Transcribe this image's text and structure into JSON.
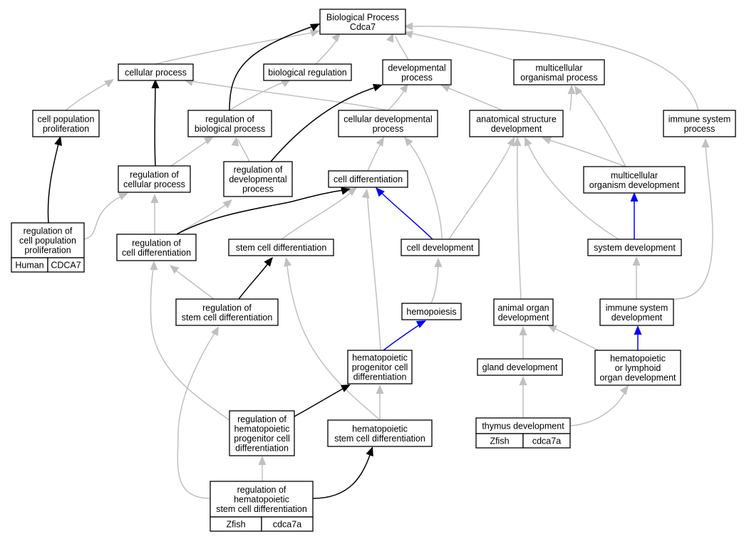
{
  "colors": {
    "human": "#f4604a",
    "zfish": "#6495ed",
    "gray_edge": "#c0c0c0",
    "black_edge": "#000000",
    "blue_edge": "#0000ff"
  },
  "nodes": {
    "root": [
      "Biological Process",
      "Cdca7"
    ],
    "cellular_process": [
      "cellular process"
    ],
    "biological_regulation": [
      "biological regulation"
    ],
    "developmental_process": [
      "developmental",
      "process"
    ],
    "multicellular_organismal_process": [
      "multicellular",
      "organismal process"
    ],
    "cell_population_proliferation": [
      "cell population",
      "proliferation"
    ],
    "regulation_of_biological_process": [
      "regulation of",
      "biological process"
    ],
    "cellular_developmental_process": [
      "cellular developmental",
      "process"
    ],
    "anatomical_structure_development": [
      "anatomical structure",
      "development"
    ],
    "immune_system_process": [
      "immune system",
      "process"
    ],
    "regulation_of_cellular_process": [
      "regulation of",
      "cellular process"
    ],
    "regulation_of_developmental_process": [
      "regulation of",
      "developmental",
      "process"
    ],
    "cell_differentiation": [
      "cell differentiation"
    ],
    "multicellular_organism_development": [
      "multicellular",
      "organism development"
    ],
    "regulation_of_cell_population_proliferation": [
      "regulation of",
      "cell population",
      "proliferation"
    ],
    "regulation_of_cell_differentiation": [
      "regulation of",
      "cell differentiation"
    ],
    "stem_cell_differentiation": [
      "stem cell differentiation"
    ],
    "cell_development": [
      "cell development"
    ],
    "system_development": [
      "system development"
    ],
    "regulation_of_stem_cell_differentiation": [
      "regulation of",
      "stem cell differentiation"
    ],
    "hemopoiesis": [
      "hemopoiesis"
    ],
    "animal_organ_development": [
      "animal organ",
      "development"
    ],
    "immune_system_development": [
      "immune system",
      "development"
    ],
    "hematopoietic_progenitor_cell_differentiation": [
      "hematopoietic",
      "progenitor cell",
      "differentiation"
    ],
    "gland_development": [
      "gland development"
    ],
    "hematopoietic_or_lymphoid_organ_development": [
      "hematopoietic",
      "or lymphoid",
      "organ development"
    ],
    "regulation_of_hematopoietic_progenitor_cell_differentiation": [
      "regulation of",
      "hematopoietic",
      "progenitor cell",
      "differentiation"
    ],
    "hematopoietic_stem_cell_differentiation": [
      "hematopoietic",
      "stem cell differentiation"
    ],
    "thymus_development": [
      "thymus development"
    ],
    "regulation_of_hematopoietic_stem_cell_differentiation": [
      "regulation of",
      "hematopoietic",
      "stem cell differentiation"
    ]
  },
  "annotations": {
    "regulation_of_cell_population_proliferation": [
      "Human",
      "CDCA7"
    ],
    "thymus_development": [
      "Zfish",
      "cdca7a"
    ],
    "regulation_of_hematopoietic_stem_cell_differentiation": [
      "Zfish",
      "cdca7a"
    ]
  }
}
